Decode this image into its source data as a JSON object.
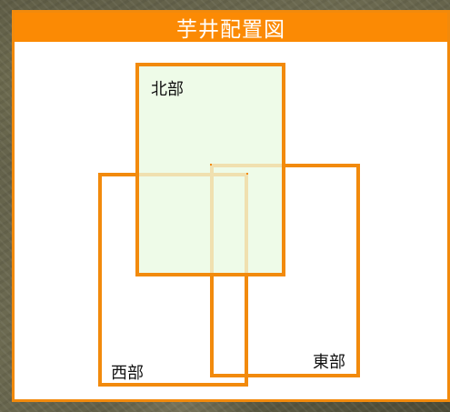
{
  "title": "芋井配置図",
  "colors": {
    "accent": "#fb8a04",
    "border": "#f28a0c",
    "north_fill": "#eefbe8"
  },
  "regions": {
    "north": {
      "label": "北部"
    },
    "west": {
      "label": "西部"
    },
    "east": {
      "label": "東部"
    }
  }
}
